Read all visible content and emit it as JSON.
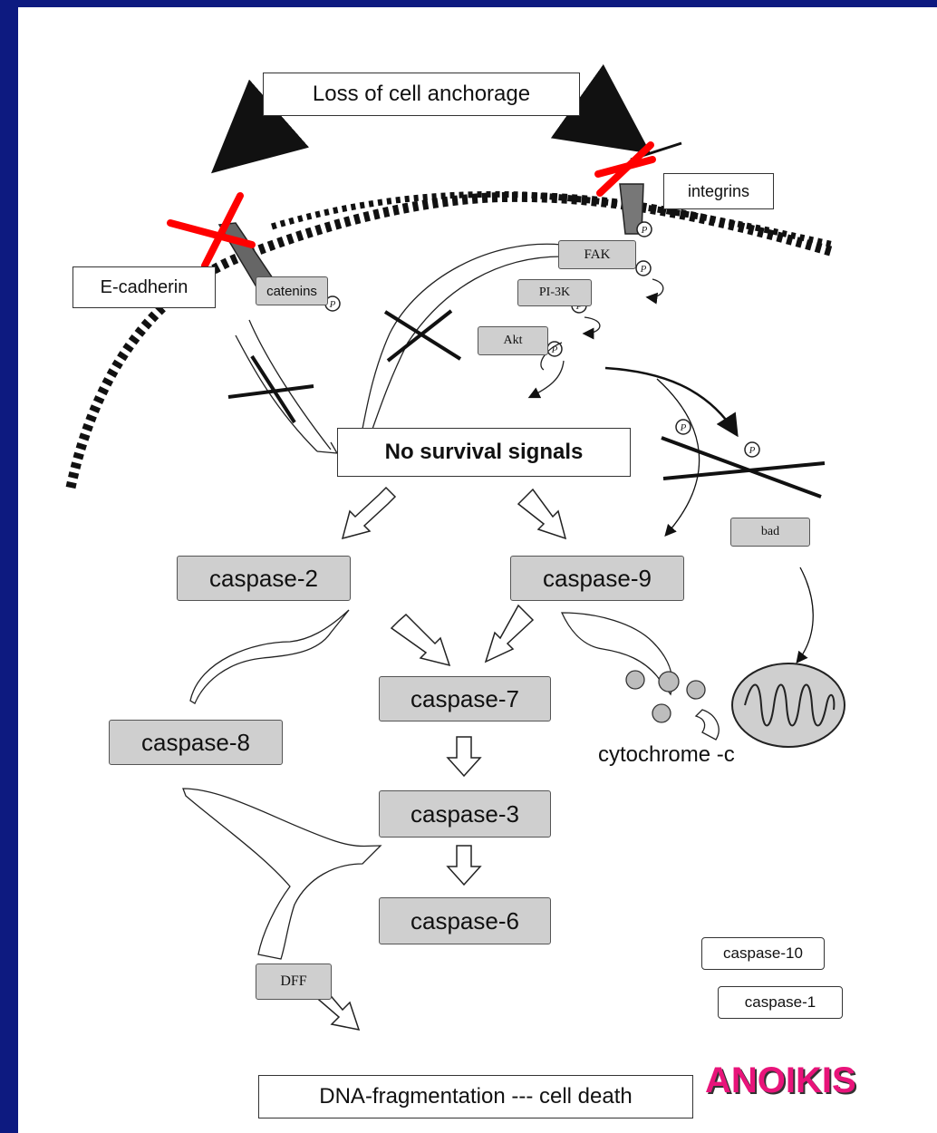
{
  "slide": {
    "title": "ANOIKIS",
    "colors": {
      "background": "#0d1a80",
      "title": "#e8147a",
      "caspase_box": "#cfcfcf",
      "inhibition_cross": "#ff0000"
    }
  },
  "diagram": {
    "top_label": "Loss of cell anchorage",
    "membrane_proteins": {
      "e_cadherin": "E-cadherin",
      "catenins": "catenins",
      "integrins": "integrins",
      "fak": "FAK",
      "pi3k": "PI-3K",
      "akt": "Akt",
      "bad": "bad",
      "phospho": "P"
    },
    "signal": "No survival signals",
    "caspases": {
      "c2": "caspase-2",
      "c9": "caspase-9",
      "c7": "caspase-7",
      "c8": "caspase-8",
      "c3": "caspase-3",
      "c6": "caspase-6",
      "c10": "caspase-10",
      "c1": "caspase-1"
    },
    "cytochrome": "cytochrome -c",
    "dff": "DFF",
    "outcome": "DNA-fragmentation --- cell death"
  }
}
